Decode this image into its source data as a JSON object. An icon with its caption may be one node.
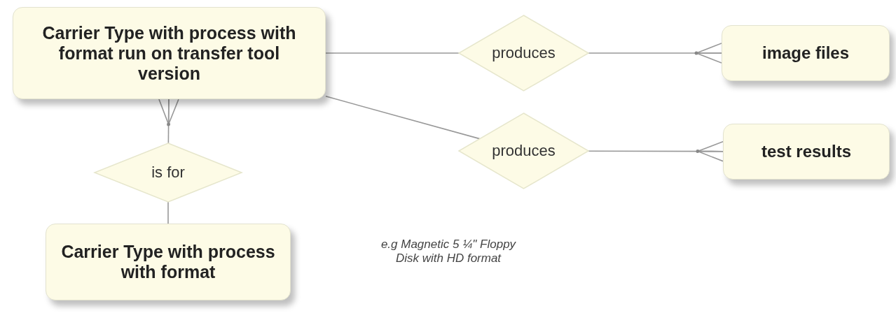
{
  "diagram": {
    "nodes": [
      {
        "text": [
          "Carrier Type with process with format run on transfer tool version"
        ]
      },
      {
        "text": [
          "produces"
        ]
      },
      {
        "text": [
          "image files"
        ]
      },
      {
        "text": [
          "produces"
        ]
      },
      {
        "text": [
          "test results"
        ]
      },
      {
        "text": [
          "is for"
        ]
      },
      {
        "text": [
          "Carrier Type with process with format"
        ]
      }
    ],
    "edges": [
      {
        "from": 0,
        "to": 1,
        "arrow": "none"
      },
      {
        "from": 1,
        "to": 2,
        "arrow": "other"
      },
      {
        "from": 0,
        "to": 3,
        "arrow": "none"
      },
      {
        "from": 3,
        "to": 4,
        "arrow": "other"
      },
      {
        "from": 5,
        "to": 0,
        "arrow": "other"
      },
      {
        "from": 5,
        "to": 6,
        "arrow": "none"
      }
    ],
    "labels": [
      "e.g Magnetic 5 ¼\" Floppy Disk with HD format"
    ]
  }
}
